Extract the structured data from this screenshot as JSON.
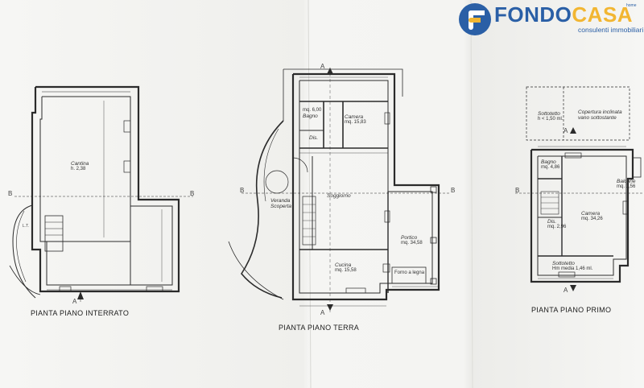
{
  "brand": {
    "name_part1": "FONDO",
    "name_part2": "CASA",
    "subtitle": "consulenti immobiliari",
    "tm": "home",
    "colors": {
      "blue": "#2a5fa6",
      "yellow": "#f2b632"
    }
  },
  "plans": {
    "basement": {
      "title": "PIANTA PIANO INTERRATO",
      "rooms": [
        {
          "name": "Cantina",
          "detail": "h. 2,38"
        }
      ],
      "marker_lt": "L.T."
    },
    "ground": {
      "title": "PIANTA PIANO TERRA",
      "rooms": [
        {
          "name": "Camera",
          "detail": "mq. 15,83"
        },
        {
          "name": "Bagno",
          "detail": "mq. 6,00"
        },
        {
          "name": "Dis.",
          "detail": ""
        },
        {
          "name": "Soggiorno",
          "detail": ""
        },
        {
          "name": "Veranda Scoperta",
          "detail": ""
        },
        {
          "name": "Portico",
          "detail": "mq. 34,58"
        },
        {
          "name": "Cucina",
          "detail": "mq. 15,58"
        },
        {
          "name": "Forno a legna",
          "detail": ""
        }
      ]
    },
    "first": {
      "title": "PIANTA PIANO PRIMO",
      "rooms": [
        {
          "name": "Sottotetto",
          "detail": "h < 1,50 ml."
        },
        {
          "name": "Copertura inclinata vano sottostante",
          "detail": ""
        },
        {
          "name": "Bagno",
          "detail": "mq. 4,86"
        },
        {
          "name": "Camera",
          "detail": "mq. 34,26"
        },
        {
          "name": "Dis.",
          "detail": "mq. 2,96"
        },
        {
          "name": "Sottotetto",
          "detail": "Hm media 1,46 ml."
        },
        {
          "name": "Balcone",
          "detail": "mq. 3,56"
        }
      ]
    }
  },
  "section_marks": {
    "a": "A",
    "b": "B"
  }
}
